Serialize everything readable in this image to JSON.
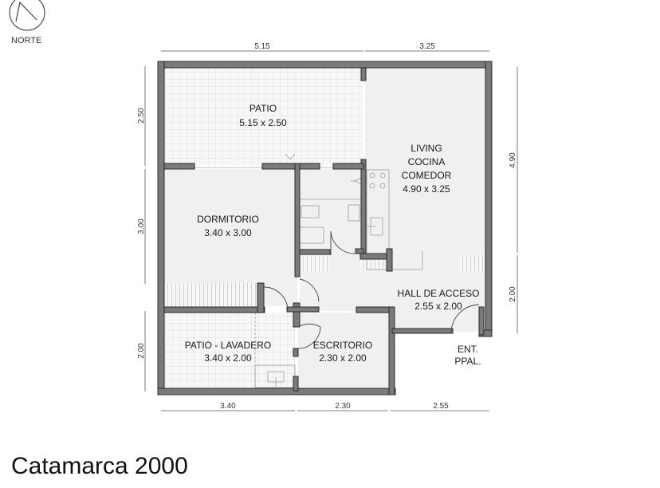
{
  "north": {
    "label": "NORTE"
  },
  "title": "Catamarca 2000",
  "colors": {
    "wall_fill": "#7a7a7a",
    "wall_stroke": "#2a2a2a",
    "floor": "#f0f0f0",
    "tile_grid": "#dcdcdc",
    "fixture_stroke": "#9a9a9a",
    "dim_line": "#555555"
  },
  "rooms": [
    {
      "name": "PATIO",
      "size": "5.15 x 2.50"
    },
    {
      "name_lines": [
        "LIVING",
        "COCINA",
        "COMEDOR"
      ],
      "size": "4.90 x 3.25"
    },
    {
      "name": "DORMITORIO",
      "size": "3.40 x 3.00"
    },
    {
      "name": "HALL DE ACCESO",
      "size": "2.55 x 2.00"
    },
    {
      "name": "PATIO - LAVADERO",
      "size": "3.40 x 2.00"
    },
    {
      "name": "ESCRITORIO",
      "size": "2.30 x 2.00"
    }
  ],
  "entrance": {
    "line1": "ENT.",
    "line2": "PPAL."
  },
  "dimensions": {
    "top": [
      "5.15",
      "3.25"
    ],
    "bottom": [
      "3.40",
      "2.30",
      "2.55"
    ],
    "left": [
      "2.50",
      "3.00",
      "2.00"
    ],
    "right": [
      "4.90",
      "2.00"
    ]
  }
}
